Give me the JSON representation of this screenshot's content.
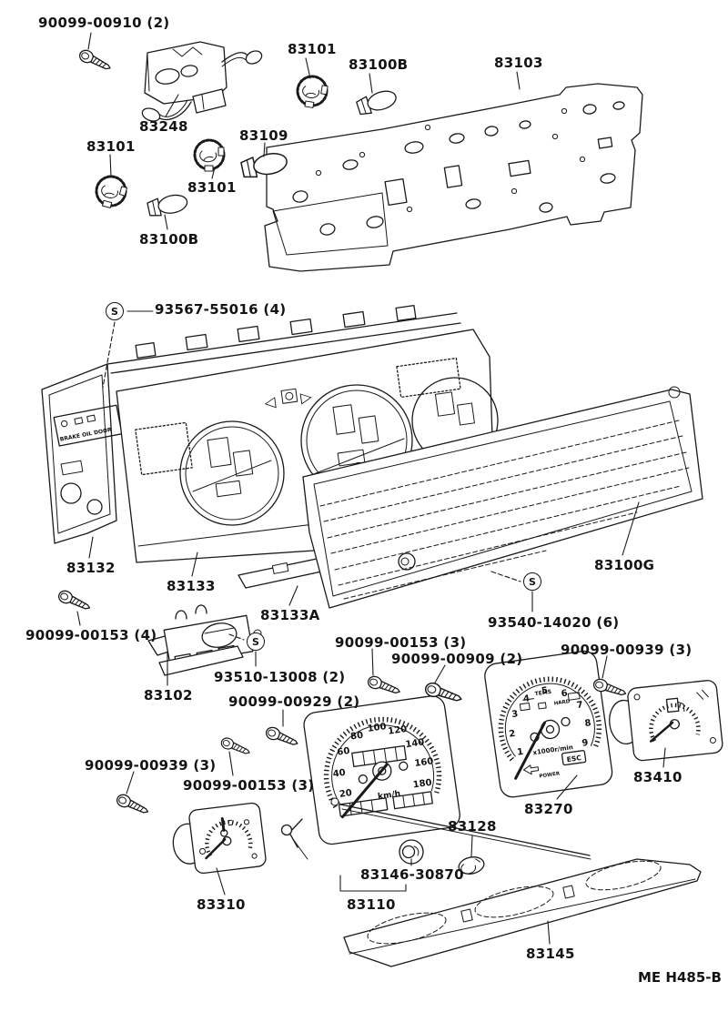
{
  "figure": {
    "code": "ME H485-B"
  },
  "symbols": {
    "s": "S"
  },
  "labels": [
    {
      "text": "90099-00910 (2)"
    },
    {
      "text": "83248"
    },
    {
      "text": "83101"
    },
    {
      "text": "83100B"
    },
    {
      "text": "83103"
    },
    {
      "text": "83101"
    },
    {
      "text": "83109"
    },
    {
      "text": "83101"
    },
    {
      "text": "83100B"
    },
    {
      "text": "93567-55016 (4)"
    },
    {
      "text": "83132"
    },
    {
      "text": "83133"
    },
    {
      "text": "83133A"
    },
    {
      "text": "83100G"
    },
    {
      "text": "93540-14020 (6)"
    },
    {
      "text": "90099-00153 (4)"
    },
    {
      "text": "83102"
    },
    {
      "text": "93510-13008 (2)"
    },
    {
      "text": "90099-00929 (2)"
    },
    {
      "text": "90099-00153 (3)"
    },
    {
      "text": "90099-00909 (2)"
    },
    {
      "text": "90099-00939 (3)"
    },
    {
      "text": "90099-00939 (3)"
    },
    {
      "text": "90099-00153 (3)"
    },
    {
      "text": "83310"
    },
    {
      "text": "83110"
    },
    {
      "text": "83146-30870"
    },
    {
      "text": "83128"
    },
    {
      "text": "83270"
    },
    {
      "text": "83410"
    },
    {
      "text": "83145"
    },
    {
      "text": "ME H485-B"
    }
  ],
  "gauges": {
    "speedometer": {
      "part_no": "83110",
      "unit_label": "km/h",
      "ticks": [
        "20",
        "40",
        "60",
        "80",
        "100",
        "120",
        "140",
        "160",
        "180"
      ]
    },
    "tachometer": {
      "part_no": "83270",
      "unit_label": "x1000r/min",
      "ticks": [
        "1",
        "2",
        "3",
        "4",
        "5",
        "6",
        "7",
        "8",
        "9"
      ],
      "indicators": [
        "TEMS",
        "HARD",
        "POWER",
        "ESC"
      ]
    },
    "cluster": {
      "warning_text": "BRAKE OIL DOOR",
      "turn_left": "◁",
      "turn_right": "▷"
    }
  }
}
